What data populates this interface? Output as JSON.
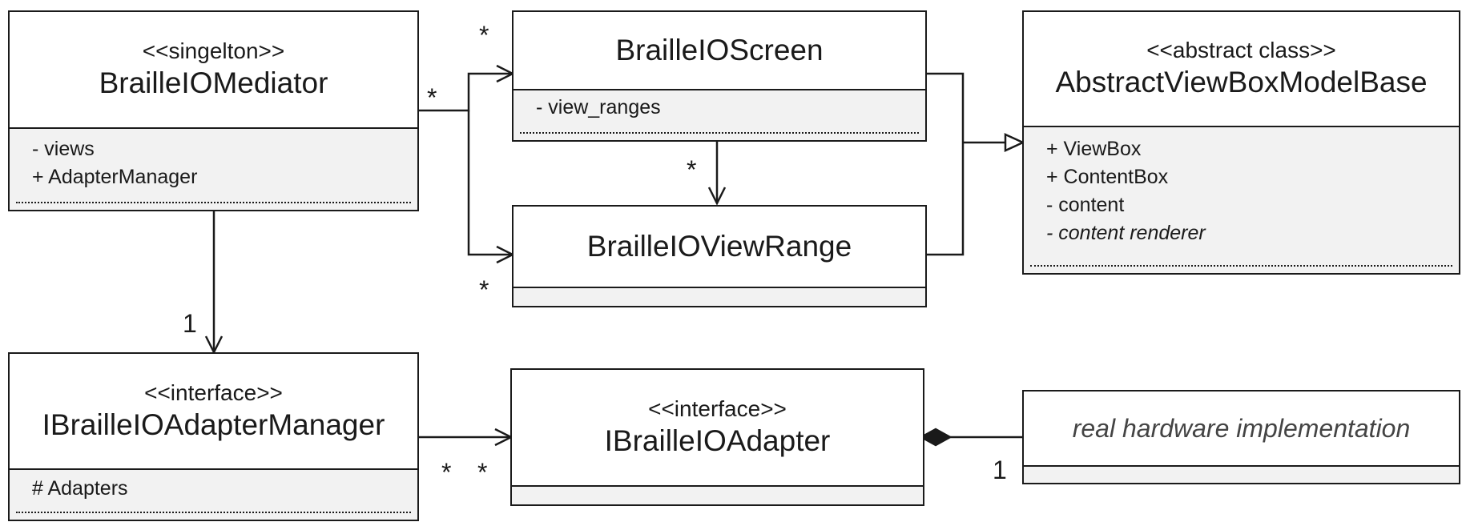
{
  "classes": {
    "mediator": {
      "stereotype": "<<singelton>>",
      "name": "BrailleIOMediator",
      "attributes": [
        "- views",
        "+ AdapterManager"
      ]
    },
    "screen": {
      "name": "BrailleIOScreen",
      "attributes": [
        "- view_ranges"
      ]
    },
    "viewrange": {
      "name": "BrailleIOViewRange",
      "attributes": []
    },
    "abstract": {
      "stereotype": "<<abstract class>>",
      "name": "AbstractViewBoxModelBase",
      "attributes": [
        "+ ViewBox",
        "+ ContentBox",
        "- content",
        "- content renderer"
      ]
    },
    "adaptermanager": {
      "stereotype": "<<interface>>",
      "name": "IBrailleIOAdapterManager",
      "attributes": [
        "# Adapters"
      ]
    },
    "adapter": {
      "stereotype": "<<interface>>",
      "name": "IBrailleIOAdapter",
      "attributes": []
    },
    "hardware": {
      "name": "real hardware implementation",
      "attributes": []
    }
  },
  "multiplicities": {
    "screen_from_mediator": "*",
    "mediator_to_screen": "*",
    "screen_to_viewrange": "*",
    "viewrange_from_mediator": "*",
    "mediator_to_manager": "1",
    "manager_to_adapter_a": "*",
    "manager_to_adapter_b": "*",
    "hardware_to_adapter": "1"
  }
}
